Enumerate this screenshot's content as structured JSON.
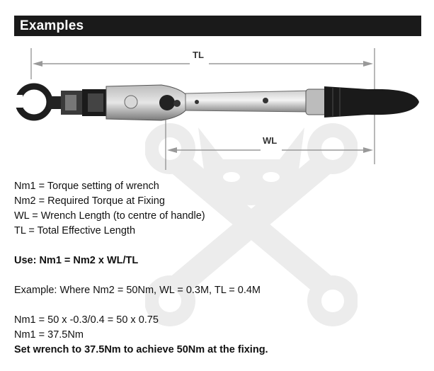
{
  "header": {
    "title": "Examples"
  },
  "diagram": {
    "tl_label": "TL",
    "wl_label": "WL"
  },
  "definitions": [
    "Nm1 = Torque setting of wrench",
    "Nm2 = Required Torque at Fixing",
    "WL = Wrench Length (to centre of handle)",
    "TL = Total Effective Length"
  ],
  "formula": "Use: Nm1 = Nm2 x WL/TL",
  "example": "Example: Where Nm2 = 50Nm, WL = 0.3M, TL = 0.4M",
  "calculations": [
    "Nm1 = 50 x -0.3/0.4 = 50 x 0.75",
    "Nm1 = 37.5Nm"
  ],
  "conclusion": "Set wrench to 37.5Nm to achieve 50Nm at the fixing.",
  "colors": {
    "header_bg": "#1a1a1a",
    "header_text": "#ffffff",
    "watermark": "#ececec"
  }
}
